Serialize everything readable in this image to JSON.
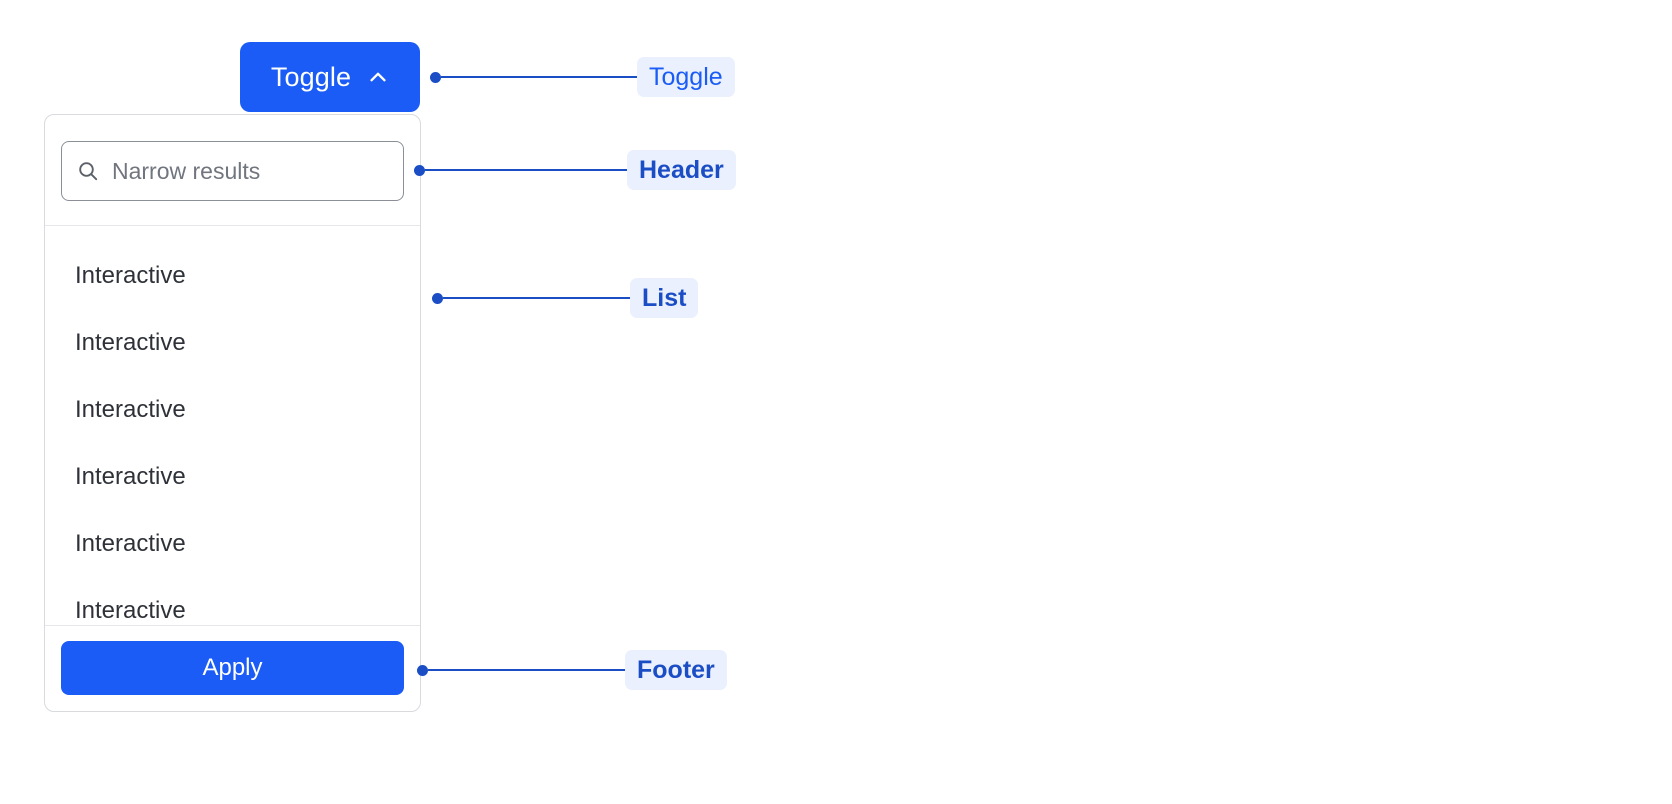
{
  "toggle": {
    "label": "Toggle",
    "icon": "chevron-up-icon",
    "background": "#1a5cf5",
    "text_color": "#ffffff"
  },
  "panel": {
    "header": {
      "search": {
        "placeholder": "Narrow results",
        "value": "",
        "icon": "search-icon"
      }
    },
    "list": {
      "items": [
        {
          "label": "Interactive"
        },
        {
          "label": "Interactive"
        },
        {
          "label": "Interactive"
        },
        {
          "label": "Interactive"
        },
        {
          "label": "Interactive"
        },
        {
          "label": "Interactive"
        }
      ]
    },
    "footer": {
      "apply_label": "Apply",
      "apply_background": "#1a5cf5"
    },
    "border_color": "#d8dade",
    "divider_color": "#e6e7ea"
  },
  "annotations": [
    {
      "id": "toggle",
      "label": "Toggle",
      "line_length": 196,
      "tone": "bright"
    },
    {
      "id": "header",
      "label": "Header",
      "line_length": 202,
      "tone": "deep"
    },
    {
      "id": "list",
      "label": "List",
      "line_length": 187,
      "tone": "deep"
    },
    {
      "id": "footer",
      "label": "Footer",
      "line_length": 197,
      "tone": "deep"
    }
  ],
  "colors": {
    "accent_blue": "#1a5cf5",
    "annotation_blue": "#1b4ec4",
    "annotation_pill_bg": "#eaf0fd",
    "list_text": "#2e3238",
    "placeholder_text": "#70757e",
    "page_background": "#ffffff"
  }
}
